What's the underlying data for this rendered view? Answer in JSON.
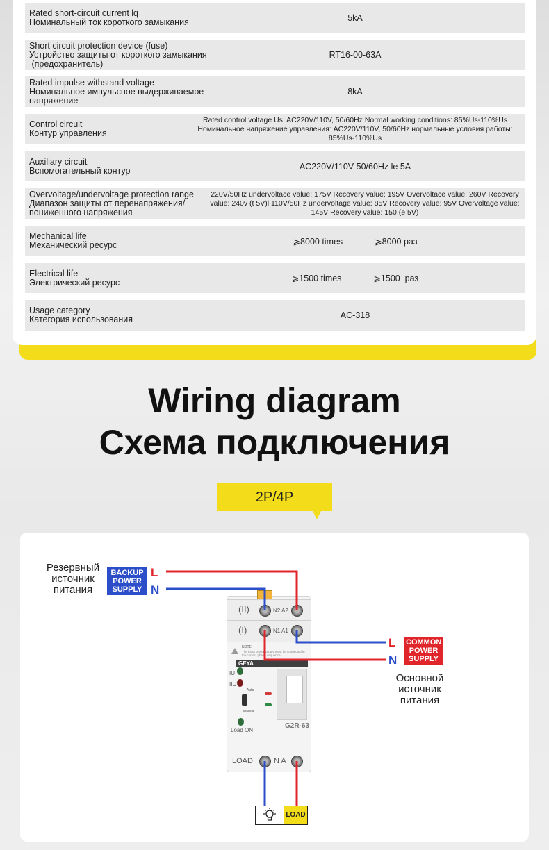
{
  "specs": [
    {
      "label_en": "Rated short-circuit current lq",
      "label_ru": "Номинальный ток короткого замыкания",
      "label_ru2": "",
      "value": "5kA"
    },
    {
      "label_en": "Short circuit protection device (fuse)",
      "label_ru": "Устройство защиты от короткого замыкания",
      "label_ru2": " (предохранитель)",
      "value": "RT16-00-63A"
    },
    {
      "label_en": "Rated impulse withstand voltage",
      "label_ru": "Номинальное импульсное выдерживаемое",
      "label_ru2": "напряжение",
      "value": "8kA"
    },
    {
      "label_en": "Control circuit",
      "label_ru": "Контур управления",
      "label_ru2": "",
      "value": "Rated control voltage Us: AC220V/110V, 50/60Hz Normal working conditions: 85%Us-110%Us Номинальное напряжение управления: AC220V/110V, 50/60Hz нормальные условия работы: 85%Us-110%Us"
    },
    {
      "label_en": "Auxiliary circuit",
      "label_ru": "Вспомогательный контур",
      "label_ru2": "",
      "value": "AC220V/110V 50/60Hz le 5A"
    },
    {
      "label_en": "Overvoltage/undervoltage protection range",
      "label_ru": "Диапазон защиты от перенапряжения/",
      "label_ru2": "пониженного напряжения",
      "value": "220V/50Hz undervoltace value: 175V Recovery value: 195V Overvoltace value: 260V Recovery value: 240v (t 5V)l 110V/50Hz undervoltage value: 85V Recovery value: 95V Overvoltage value: 145V Recovery value: 150 (e 5V)"
    },
    {
      "label_en": "Mechanical life",
      "label_ru": "Механический ресурс",
      "label_ru2": "",
      "value": "⩾8000 times",
      "value2": "⩾8000 раз"
    },
    {
      "label_en": "Electrical life",
      "label_ru": "Электрический ресурс",
      "label_ru2": "",
      "value": "⩾1500 times",
      "value2": "⩾1500  раз"
    },
    {
      "label_en": "Usage category",
      "label_ru": "Категория использования",
      "label_ru2": "",
      "value": "AC-318"
    }
  ],
  "heading": {
    "en": "Wiring diagram",
    "ru": "Схема подключения",
    "tag": "2P/4P"
  },
  "diagram": {
    "backup_caption_l1": "Резервный",
    "backup_caption_l2": "источник",
    "backup_caption_l3": "питания",
    "backup_badge_l1": "BACKUP",
    "backup_badge_l2": "POWER",
    "backup_badge_l3": "SUPPLY",
    "common_badge_l1": "COMMON",
    "common_badge_l2": "POWER",
    "common_badge_l3": "SUPPLY",
    "common_caption_l1": "Основной",
    "common_caption_l2": "источник",
    "common_caption_l3": "питания",
    "L": "L",
    "N": "N",
    "row2_symbol": "(II)",
    "row2_terms": "N2 A2",
    "row1_symbol": "(I)",
    "row1_terms": "N1 A1",
    "brand": "GEYA",
    "model": "G2R-63",
    "load_on": "Load ON",
    "auto": "Auto",
    "manual": "Manual",
    "ind_1u": "IU",
    "ind_2u": "IIU",
    "note": "NOTE",
    "note_text": "The input power supply must be connected in the correct phase sequence",
    "load_terminal": "LOAD",
    "na": "N A",
    "load_box": "LOAD"
  },
  "colors": {
    "accent_yellow": "#f3dc1a",
    "line_red": "#e0252b",
    "line_blue": "#2c4ec9"
  }
}
